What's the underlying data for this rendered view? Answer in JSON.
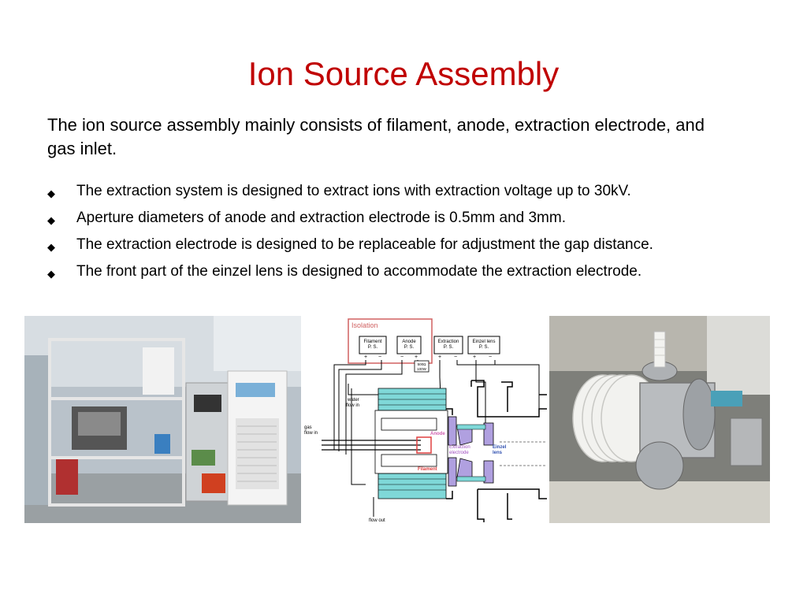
{
  "slide": {
    "title": "Ion Source Assembly",
    "intro": "The ion source assembly mainly consists of filament, anode, extraction electrode, and gas inlet.",
    "bullets": [
      "The extraction system is designed to extract ions with extraction voltage up to 30kV.",
      "Aperture diameters of anode and extraction electrode is 0.5mm and 3mm.",
      "The extraction electrode is designed to be replaceable for adjustment the gap distance.",
      "The front part of the einzel lens is designed to accommodate the extraction electrode."
    ],
    "bullet_icon": "diamond-bullet-icon"
  },
  "diagram": {
    "isolation": "Isolation",
    "ps_boxes": [
      {
        "line1": "Filament",
        "line2": "P. S."
      },
      {
        "line1": "Anode",
        "line2": "P. S."
      },
      {
        "line1": "Extraction",
        "line2": "P. S."
      },
      {
        "line1": "Einzel lens",
        "line2": "P. S."
      }
    ],
    "resistor_line1": "500Ω",
    "resistor_line2": "100W",
    "plus": "+",
    "minus": "−",
    "water_in_1": "water",
    "water_in_2": "flow in",
    "gas_in_1": "gas",
    "gas_in_2": "flow in",
    "flow_out": "flow out",
    "anode": "Anode",
    "filament": "Filament",
    "extraction_1": "Extraction",
    "extraction_2": "electrode",
    "einzel_1": "Einzel",
    "einzel_2": "lens"
  },
  "colors": {
    "title": "#c00000",
    "isolation": "#d06060",
    "anode_label": "#d060b0",
    "filament_label": "#e04040",
    "extraction_label": "#a050c0",
    "einzel_label": "#3050b0",
    "insulator_fill": "#7fd8d8",
    "electrode_fill": "#b0a0e0"
  }
}
